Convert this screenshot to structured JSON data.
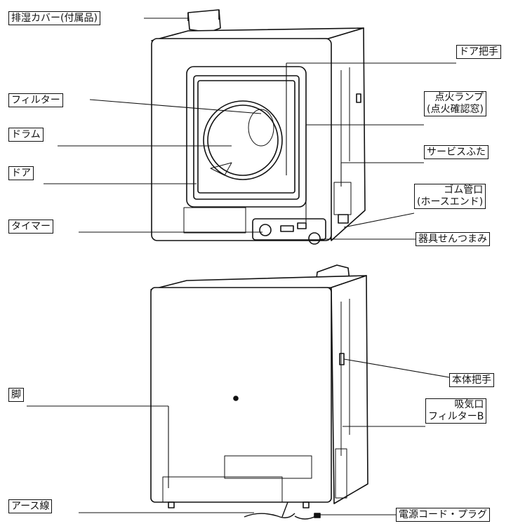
{
  "labels": {
    "exhaust_cover": "排湿カバー(付属品)",
    "filter": "フィルター",
    "drum": "ドラム",
    "door": "ドア",
    "timer": "タイマー",
    "leg": "脚",
    "earth_wire": "アース線",
    "door_handle": "ドア把手",
    "pilot_lamp_line1": "点火ランプ",
    "pilot_lamp_line2": "(点火確認窓)",
    "service_cover": "サービスふた",
    "rubber_hose_line1": "ゴム管口",
    "rubber_hose_line2": "(ホースエンド)",
    "valve_knob": "器具せんつまみ",
    "body_handle": "本体把手",
    "intake_filter_line1": "吸気口",
    "intake_filter_line2": "フィルターB",
    "power_cord": "電源コード・プラグ"
  }
}
